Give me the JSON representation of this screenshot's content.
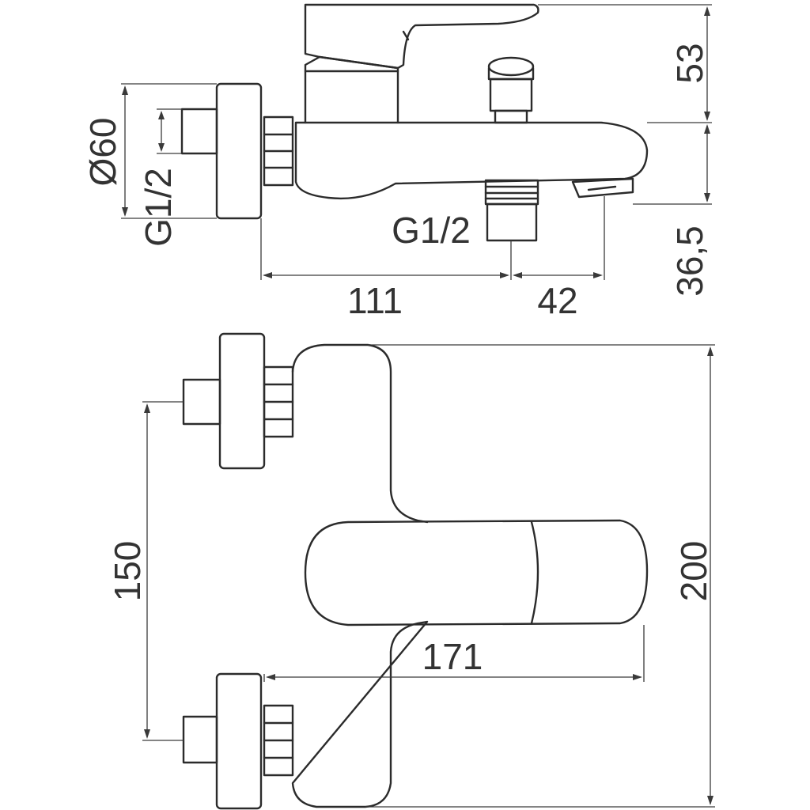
{
  "labels": {
    "dim_height_top": "53",
    "dim_outlet_height": "36,5",
    "dim_rosette_diameter": "Ø60",
    "dim_thread_side": "G1/2",
    "dim_thread_shower": "G1/2",
    "dim_length_111": "111",
    "dim_length_42": "42",
    "dim_centers": "150",
    "dim_projection": "171",
    "dim_width": "200"
  },
  "colors": {
    "line": "#2b2b2b",
    "dimension": "#3a3a3a",
    "background": "#ffffff"
  }
}
